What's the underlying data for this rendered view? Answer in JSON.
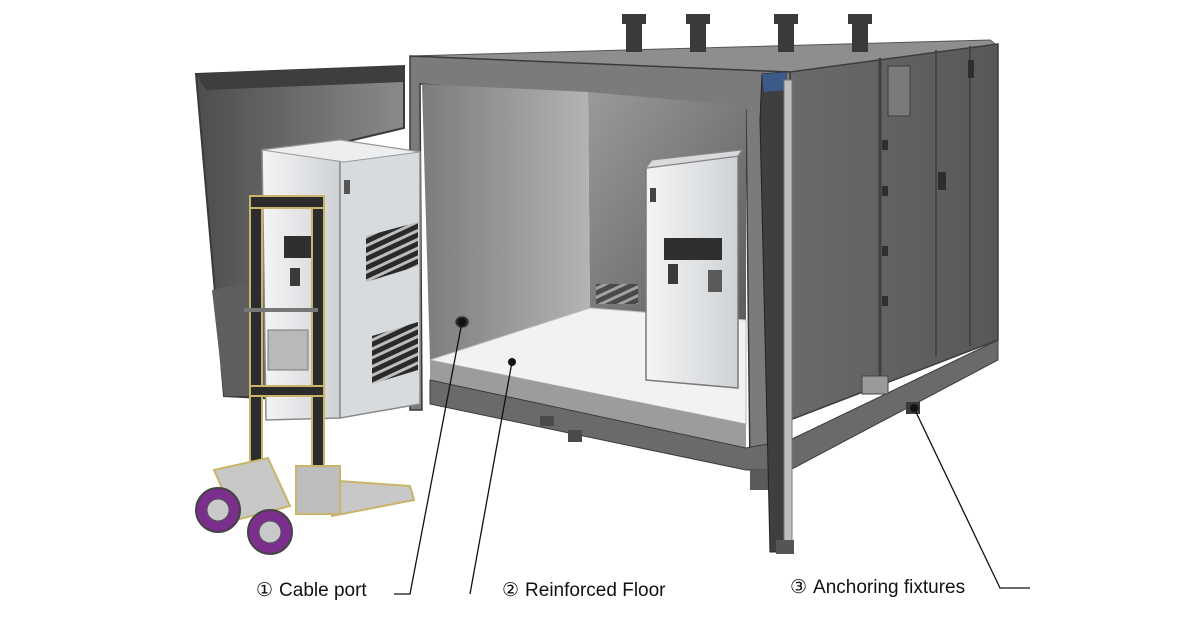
{
  "callouts": [
    {
      "number": "①",
      "label": "Cable port"
    },
    {
      "number": "②",
      "label": "Reinforced Floor"
    },
    {
      "number": "③",
      "label": "Anchoring fixtures"
    }
  ],
  "colors": {
    "chamber_body": "#6e6e6e",
    "chamber_dark": "#4a4a4a",
    "interior": "#8a8a8a",
    "floor": "#f2f2f2",
    "cabinet": "#e6e8ea",
    "door_frame_accent": "#3b5a8a",
    "hand_truck_frame": "#c8b46a",
    "wheel": "#7a2f8c",
    "leader_line": "#111111"
  }
}
